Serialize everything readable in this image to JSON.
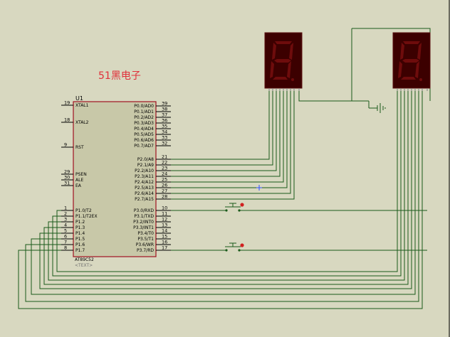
{
  "annotation": "51黑电子",
  "chip": {
    "ref": "U1",
    "part": "AT89C52",
    "text_tag": "<TEXT>",
    "left_pins": [
      {
        "num": "19",
        "label": "XTAL1"
      },
      {
        "num": "18",
        "label": "XTAL2"
      },
      {
        "num": "9",
        "label": "RST"
      },
      {
        "num": "29",
        "label": "PSEN"
      },
      {
        "num": "30",
        "label": "ALE"
      },
      {
        "num": "31",
        "label": "EA"
      },
      {
        "num": "1",
        "label": "P1.0/T2"
      },
      {
        "num": "2",
        "label": "P1.1/T2EX"
      },
      {
        "num": "3",
        "label": "P1.2"
      },
      {
        "num": "4",
        "label": "P1.3"
      },
      {
        "num": "5",
        "label": "P1.4"
      },
      {
        "num": "6",
        "label": "P1.5"
      },
      {
        "num": "7",
        "label": "P1.6"
      },
      {
        "num": "8",
        "label": "P1.7"
      }
    ],
    "right_pins": [
      {
        "num": "39",
        "label": "P0.0/AD0"
      },
      {
        "num": "38",
        "label": "P0.1/AD1"
      },
      {
        "num": "37",
        "label": "P0.2/AD2"
      },
      {
        "num": "36",
        "label": "P0.3/AD3"
      },
      {
        "num": "35",
        "label": "P0.4/AD4"
      },
      {
        "num": "34",
        "label": "P0.5/AD5"
      },
      {
        "num": "33",
        "label": "P0.6/AD6"
      },
      {
        "num": "32",
        "label": "P0.7/AD7"
      },
      {
        "num": "21",
        "label": "P2.0/A8"
      },
      {
        "num": "22",
        "label": "P2.1/A9"
      },
      {
        "num": "23",
        "label": "P2.2/A10"
      },
      {
        "num": "24",
        "label": "P2.3/A11"
      },
      {
        "num": "25",
        "label": "P2.4/A12"
      },
      {
        "num": "26",
        "label": "P2.5/A13"
      },
      {
        "num": "27",
        "label": "P2.6/A14"
      },
      {
        "num": "28",
        "label": "P2.7/A15"
      },
      {
        "num": "10",
        "label": "P3.0/RXD"
      },
      {
        "num": "11",
        "label": "P3.1/TXD"
      },
      {
        "num": "12",
        "label": "P3.2/INT0"
      },
      {
        "num": "13",
        "label": "P3.3/INT1"
      },
      {
        "num": "14",
        "label": "P3.4/T0"
      },
      {
        "num": "15",
        "label": "P3.5/T1"
      },
      {
        "num": "16",
        "label": "P3.6/WR"
      },
      {
        "num": "17",
        "label": "P3.7/RD"
      }
    ]
  },
  "colors": {
    "background": "#d8d8c0",
    "chip_fill": "#c8c8a8",
    "chip_border": "#a01020",
    "wire": "#1a5a1a",
    "display_body": "#3c0000",
    "segment_off": "#6e0c0c",
    "annotation": "#e0303a"
  }
}
